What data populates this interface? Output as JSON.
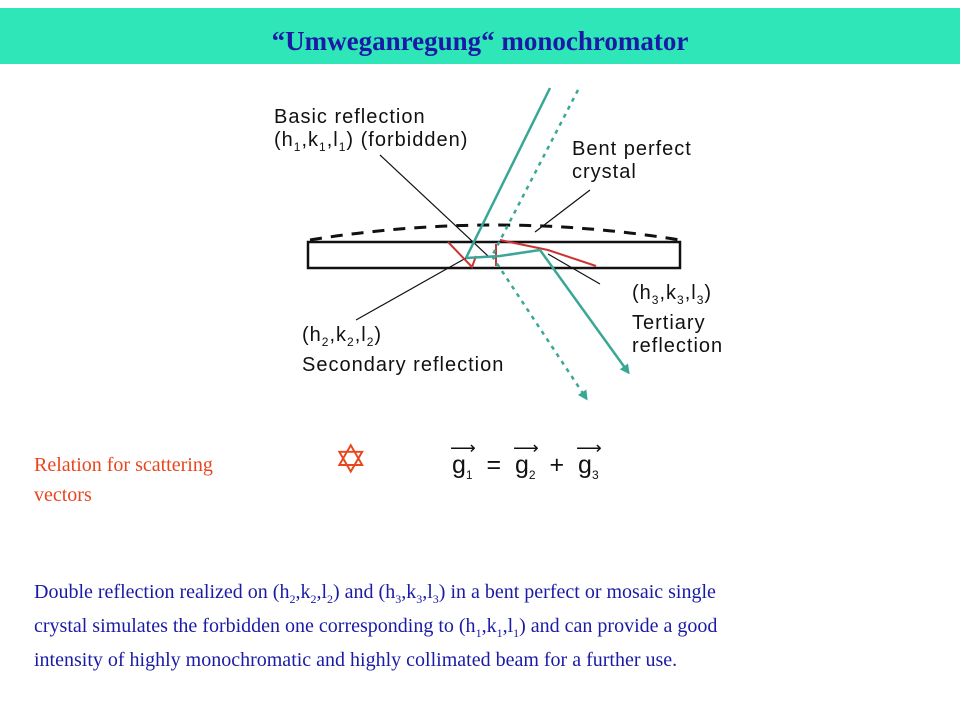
{
  "title": "“Umweganregung“ monochromator",
  "diagram": {
    "basic_reflection": [
      "Basic reflection",
      "(h1,k1,l1) (forbidden)"
    ],
    "bent_crystal": [
      "Bent perfect",
      "crystal"
    ],
    "tertiary": [
      "(h3,k3,l3)",
      "Tertiary",
      "reflection"
    ],
    "secondary": [
      "(h2,k2,l2)",
      "Secondary reflection"
    ]
  },
  "relation": {
    "label_line1": "Relation for scattering",
    "label_line2": "vectors",
    "symbol": "✡",
    "eq": [
      "g",
      "1",
      "=",
      "g",
      "2",
      "+",
      "g",
      "3"
    ]
  },
  "description": {
    "line1": [
      "Double reflection realized on (h",
      "2",
      ",k",
      "2",
      ",l",
      "2",
      ") and (h",
      "3",
      ",k",
      "3",
      ",l",
      "3",
      ") in a bent perfect or mosaic single"
    ],
    "line2": [
      "crystal simulates the forbidden one corresponding to (h",
      "1",
      ",k",
      "1",
      ",l",
      "1",
      ") and can provide a  good"
    ],
    "line3": "intensity of highly monochromatic and highly collimated beam for a further use."
  },
  "colors": {
    "title_bar": "#2ee6b8",
    "title_text": "#1a1aa6",
    "beam": "#3aa796",
    "reflection": "#cc3333",
    "accent": "#e8461e"
  }
}
